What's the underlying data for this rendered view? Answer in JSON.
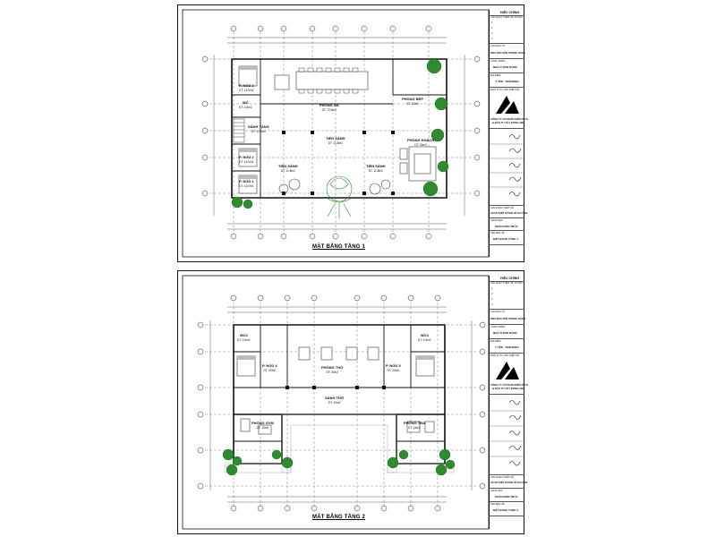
{
  "sheets": [
    {
      "id": "floor1",
      "plan_title": "MẶT BẰNG TẦNG 1",
      "rooms": [
        {
          "name": "P. NGỦ 3",
          "sub": "DT: 15.0m2"
        },
        {
          "name": "WC",
          "sub": "DT: 3.5m2"
        },
        {
          "name": "SẢNH TẦNG",
          "sub": "DT: 12.0m2"
        },
        {
          "name": "P. NGỦ 2",
          "sub": "DT: 15.0m2"
        },
        {
          "name": "P. NGỦ 1",
          "sub": "DT: 15.0m2"
        },
        {
          "name": "PHÒNG ĂN",
          "sub": "DT: 72.6m2"
        },
        {
          "name": "PHÒNG BẾP",
          "sub": "DT: 20m2"
        },
        {
          "name": "TIỀN SẢNH",
          "sub": "DT: 11.8m2"
        },
        {
          "name": "PHÒNG KHÁCH",
          "sub": "DT: 50m2"
        },
        {
          "name": "TIỀN SẢNH",
          "sub": "DT: 11.8m2"
        },
        {
          "name": "TIỀN SẢNH",
          "sub": "DT: 11.8m2"
        }
      ]
    },
    {
      "id": "floor2",
      "plan_title": "MẶT BẰNG TẦNG 2",
      "rooms": [
        {
          "name": "WC2",
          "sub": "DT: 3.5m2"
        },
        {
          "name": "WC3",
          "sub": "DT: 3.5m2"
        },
        {
          "name": "P. NGỦ 4",
          "sub": "DT: 20m2"
        },
        {
          "name": "PHÒNG THỜ",
          "sub": "DT: 30m2"
        },
        {
          "name": "P. NGỦ 5",
          "sub": "DT: 20m2"
        },
        {
          "name": "SẢNH THỜ",
          "sub": "DT: 19m2"
        },
        {
          "name": "PHÒNG GYM",
          "sub": "DT: 15m2"
        },
        {
          "name": "PHÒNG TRÀ",
          "sub": "DT: 15m2"
        }
      ]
    }
  ],
  "title_block": {
    "revision_header": "HIỆU CHỈNH",
    "rev_cols": [
      "LẦN",
      "NGÀY",
      "THIẾT KẾ",
      "DUYỆT"
    ],
    "rev_rows": [
      "1",
      "2",
      "3",
      "4"
    ],
    "owner_label": "CHỦ ĐẦU TƯ",
    "owner": "ÔNG NGUYỄN TRỌNG HẠNH",
    "project_label": "CÔNG TRÌNH",
    "project": "NHÀ Ở DÂN DỤNG",
    "location_label": "ĐỊA ĐIỂM",
    "location": "Ý YÊN - NAM ĐỊNH",
    "designer_label": "ĐƠN VỊ TƯ VẤN THIẾT KẾ",
    "company_line1": "CÔNG TY CỔ PHẦN KIẾN TRÚC",
    "company_line2": "& ĐẦU TƯ XÂY DỰNG ANG",
    "stage_label": "GIAI ĐOẠN THIẾT KẾ",
    "stage": "HỒ SƠ THIẾT KẾ BẢN VẼ THI CÔNG",
    "category_label": "HẠNG MỤC",
    "category": "PHẦN KIẾN TRÚC",
    "sheet_label": "TÊN BẢN VẼ",
    "sheet_names": [
      "MẶT BẰNG TẦNG 1",
      "MẶT BẰNG TẦNG 2"
    ]
  },
  "colors": {
    "line": "#111111",
    "grid": "#444444",
    "tree": "#2e8b2e",
    "tree_light": "#8bc34a",
    "hatch": "#999999",
    "accent": "#000000"
  }
}
